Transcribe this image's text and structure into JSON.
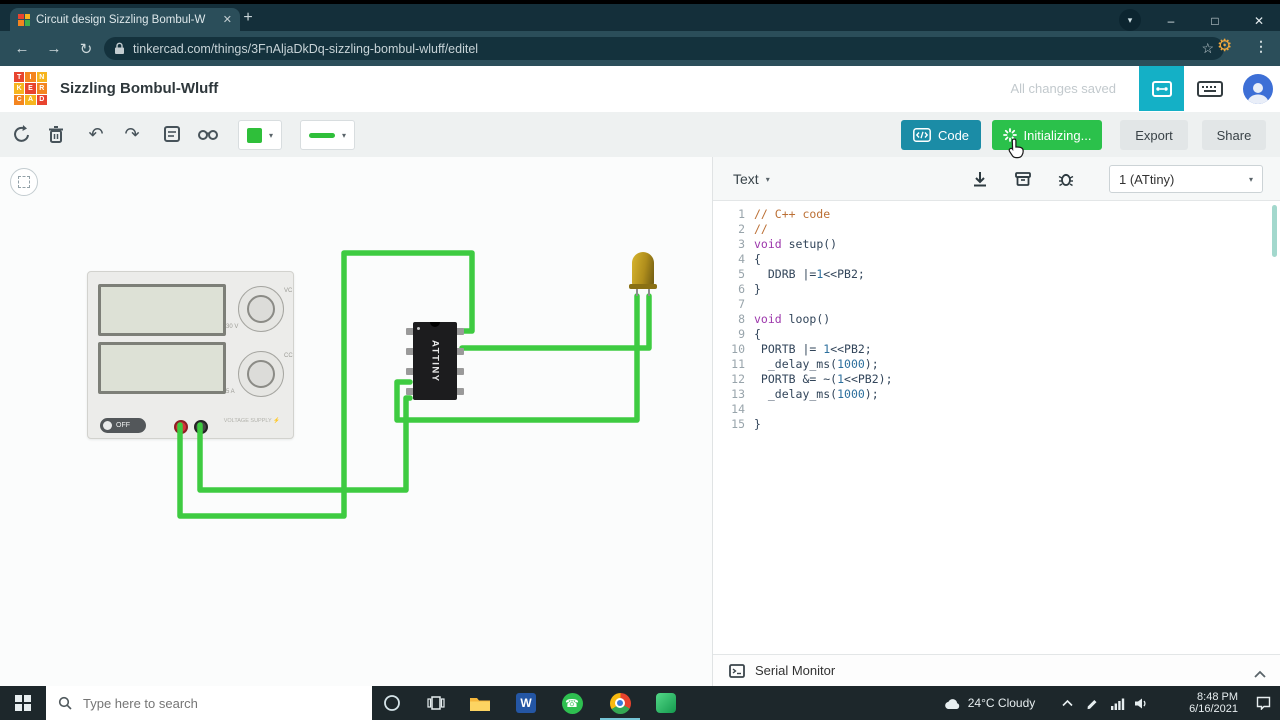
{
  "colors": {
    "accent_teal": "#1b8ca6",
    "accent_green": "#2bc14b",
    "wire_green": "#3ecb41",
    "header_teal": "#14b0c6",
    "chrome_frame": "#142f3a",
    "chrome_toolbar": "#2b4e5a",
    "taskbar_bg": "#1d272b"
  },
  "icons": {
    "back": "←",
    "forward": "→",
    "reload": "↻",
    "star": "☆",
    "menu_dots": "⋮",
    "gear": "⚙",
    "new_tab": "+",
    "close": "✕",
    "minimize": "–",
    "maximize": "□",
    "caret_down": "▾",
    "undo": "↶",
    "redo": "↷",
    "bolt": "⚡",
    "phone": "☎",
    "word_letter": "W"
  },
  "browser": {
    "tab_title": "Circuit design Sizzling Bombul-W",
    "url": "tinkercad.com/things/3FnAljaDkDq-sizzling-bombul-wluff/editel"
  },
  "app_header": {
    "title": "Sizzling Bombul-Wluff",
    "status": "All changes saved",
    "logo_letters": [
      "T",
      "I",
      "N",
      "K",
      "E",
      "R",
      "C",
      "A",
      "D"
    ],
    "logo_colors": [
      "#e8442f",
      "#f4851f",
      "#f6b51e",
      "#f6b51e",
      "#e8442f",
      "#f4851f",
      "#f4851f",
      "#f6b51e",
      "#e8442f"
    ]
  },
  "toolbar": {
    "code": "Code",
    "simulate": "Initializing...",
    "export": "Export",
    "share": "Share"
  },
  "circuit": {
    "chip_label": "ATTINY",
    "power_supply": {
      "off_label": "OFF",
      "device_label": "VOLTAGE SUPPLY",
      "knob1_label": "VC",
      "knob2_label": "CC",
      "volts_label": "30 V",
      "amps_label": "5 A"
    }
  },
  "code_panel": {
    "mode": "Text",
    "board": "1 (ATtiny)",
    "serial_monitor_label": "Serial Monitor",
    "lines": [
      [
        [
          "com",
          "// C++ code"
        ]
      ],
      [
        [
          "com",
          "//"
        ]
      ],
      [
        [
          "kw",
          "void"
        ],
        [
          "pl",
          " setup()"
        ]
      ],
      [
        [
          "pl",
          "{"
        ]
      ],
      [
        [
          "pl",
          "  DDRB |="
        ],
        [
          "num",
          "1"
        ],
        [
          "pl",
          "<<PB2;"
        ]
      ],
      [
        [
          "pl",
          "}"
        ]
      ],
      [],
      [
        [
          "kw",
          "void"
        ],
        [
          "pl",
          " loop()"
        ]
      ],
      [
        [
          "pl",
          "{"
        ]
      ],
      [
        [
          "pl",
          " PORTB |= "
        ],
        [
          "num",
          "1"
        ],
        [
          "pl",
          "<<PB2;"
        ]
      ],
      [
        [
          "pl",
          "  _delay_ms("
        ],
        [
          "num",
          "1000"
        ],
        [
          "pl",
          ");"
        ]
      ],
      [
        [
          "pl",
          " PORTB &= ~("
        ],
        [
          "num",
          "1"
        ],
        [
          "pl",
          "<<PB2);"
        ]
      ],
      [
        [
          "pl",
          "  _delay_ms("
        ],
        [
          "num",
          "1000"
        ],
        [
          "pl",
          ");"
        ]
      ],
      [],
      [
        [
          "pl",
          "}"
        ]
      ]
    ]
  },
  "taskbar": {
    "search_placeholder": "Type here to search",
    "weather": "24°C Cloudy",
    "time": "8:48 PM",
    "date": "6/16/2021"
  }
}
